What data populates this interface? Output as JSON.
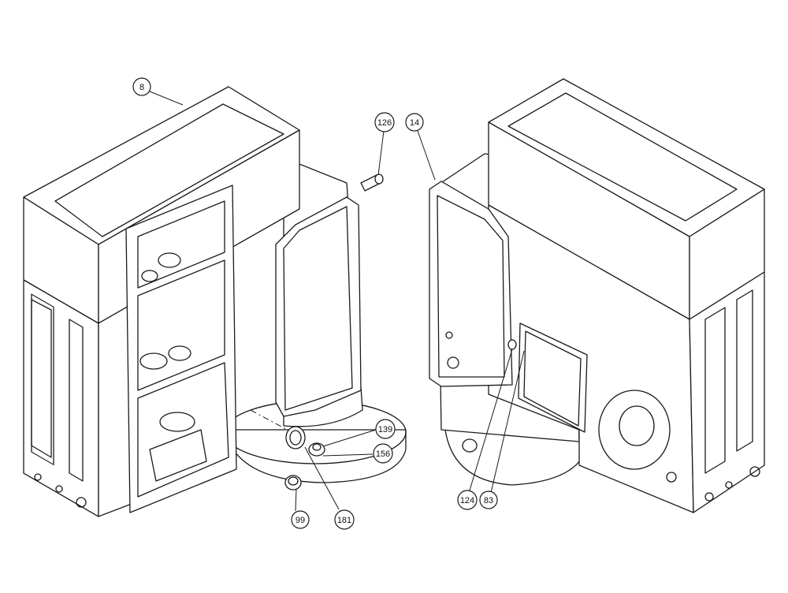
{
  "callouts": [
    {
      "id": "c8",
      "label": "8"
    },
    {
      "id": "c126",
      "label": "126"
    },
    {
      "id": "c14",
      "label": "14"
    },
    {
      "id": "c139",
      "label": "139"
    },
    {
      "id": "c156",
      "label": "156"
    },
    {
      "id": "c99",
      "label": "99"
    },
    {
      "id": "c181",
      "label": "181"
    },
    {
      "id": "c124",
      "label": "124"
    },
    {
      "id": "c83",
      "label": "83"
    }
  ],
  "colors": {
    "line": "#1a1a1a",
    "background": "#ffffff"
  }
}
